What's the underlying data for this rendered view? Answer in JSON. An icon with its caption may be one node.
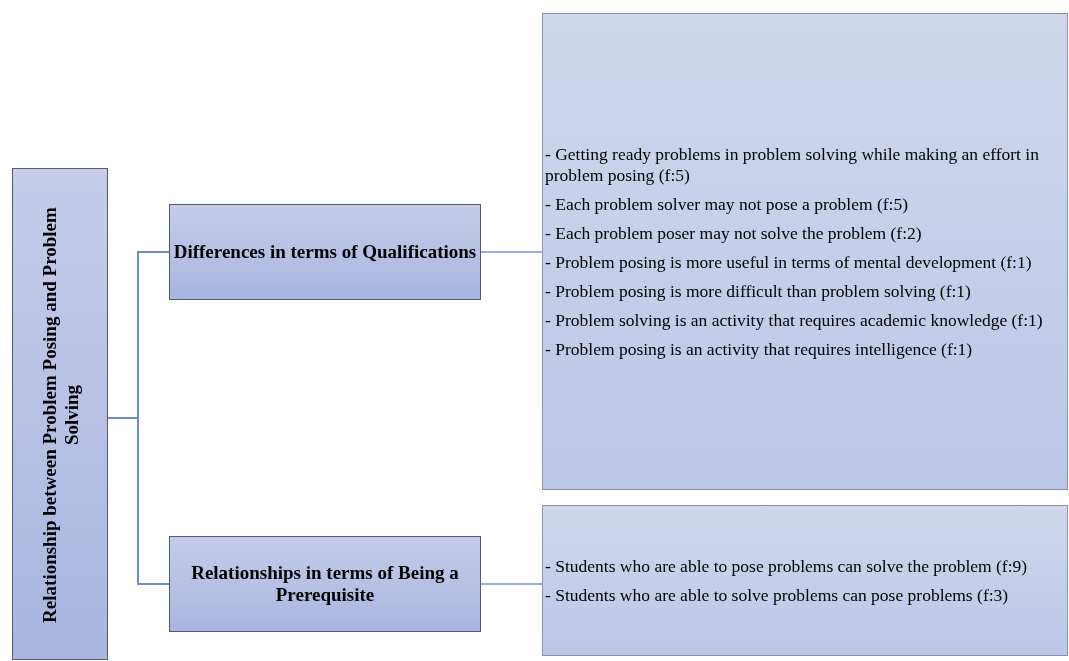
{
  "diagram": {
    "nodes": [
      {
        "text": [
          "Relationship between Problem Posing and Problem Solving"
        ]
      },
      {
        "text": [
          "Differences in terms of Qualifications"
        ]
      },
      {
        "text": [
          "Relationships in terms of Being a Prerequisite"
        ]
      },
      {
        "text": [
          "- Getting ready problems in problem solving while making an effort in problem posing (f:5)",
          "- Each problem solver may not pose a problem (f:5)",
          "- Each problem poser may not solve the problem (f:2)",
          "- Problem posing is more useful in terms of mental development (f:1)",
          "- Problem posing is more difficult than problem solving (f:1)",
          "- Problem solving is an activity that requires academic knowledge (f:1)",
          "- Problem posing is an activity that requires intelligence (f:1)"
        ]
      },
      {
        "text": [
          "- Students who are able to pose problems can solve the problem (f:9)",
          "- Students who are able to solve problems can pose problems (f:3)"
        ]
      }
    ],
    "edges": [
      {
        "from": 0,
        "to": 1,
        "arrow": "none"
      },
      {
        "from": 0,
        "to": 2,
        "arrow": "none"
      },
      {
        "from": 1,
        "to": 3,
        "arrow": "none"
      },
      {
        "from": 2,
        "to": 4,
        "arrow": "none"
      }
    ]
  }
}
